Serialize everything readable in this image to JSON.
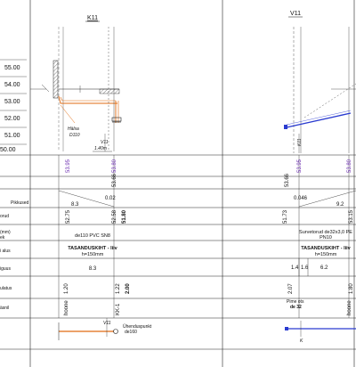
{
  "sections": [
    {
      "label": "K11"
    },
    {
      "label": "V11"
    }
  ],
  "elevation_scale": [
    "55.00",
    "54.00",
    "53.00",
    "52.00",
    "51.00",
    "50.00"
  ],
  "row_labels": {
    "pikkused": "Pikkused",
    "torud": "orud",
    "mm": "(mm)",
    "ek": "ek",
    "alus": "i alus",
    "sugavus": "iguus",
    "ulatus": "ulatus",
    "sasi": "äsnil"
  },
  "k11": {
    "pipe_label": "Hälsa",
    "pipe_dia": "D110",
    "v11_label": "V11",
    "v11_offset": "1.40m",
    "ground_left": "53.95",
    "ground_right": "53.80",
    "ground_right_lower": "53.66",
    "slope": "0.02",
    "length": "8.3",
    "invert_left": "52.75",
    "invert_right1": "52.58",
    "invert_right2": "51.80",
    "pipe_type": "de110 PVC SN8",
    "bed_type": "TASANDUSKIHT - liiv",
    "bed_height": "h=150mm",
    "length2": "8.3",
    "depth_left": "1.20",
    "depth_right1": "1.22",
    "depth_right2": "2.00",
    "node_left": "hoone",
    "node_right": "KK-1",
    "plan_v11": "V11",
    "plan_label1": "Ühenduspunkt",
    "plan_label2": "de160"
  },
  "v11": {
    "k11_label": "K11",
    "ground_left": "53.95",
    "ground_right": "53.80",
    "ground_right2": "53.66",
    "slope1": "0.046",
    "slope2": "9.2",
    "invert_left": "51.73",
    "invert_right": "53.15",
    "pipe_type": "Survetorud de32x3,0 PE",
    "pipe_pn": "PN10",
    "bed_type": "TASANDUSKIHT - liiv",
    "bed_height": "h=150mm",
    "len_a": "1.4",
    "len_b": "1.6",
    "len_c": "6.2",
    "depth_left": "2.07",
    "depth_right": "1.80",
    "note1": "Pime ots",
    "note2": "de 32",
    "node_left": "hoone",
    "plan_marker": "K"
  }
}
